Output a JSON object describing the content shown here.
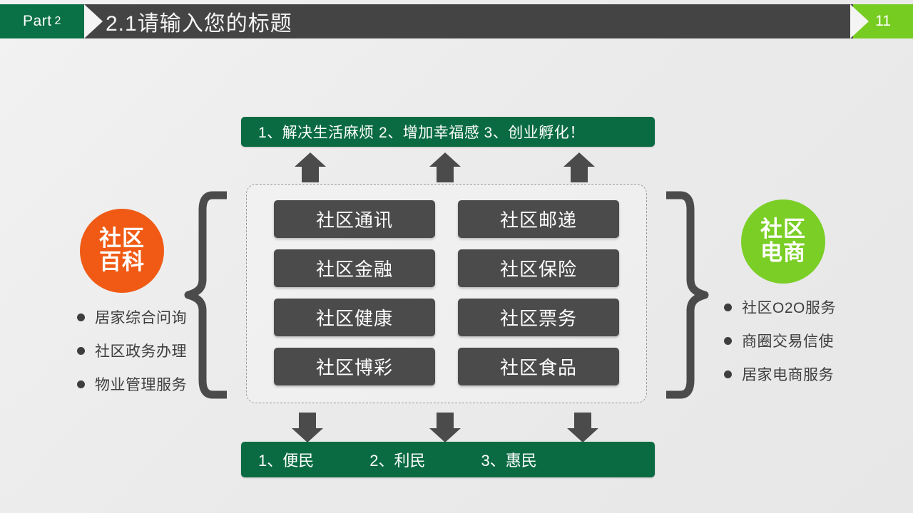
{
  "header": {
    "part_label": "Part",
    "part_number": "2",
    "title": "2.1请输入您的标题",
    "page_number": "11",
    "colors": {
      "part_green": "#0a7045",
      "bar_dark": "#444444",
      "page_green": "#76cc20"
    }
  },
  "banners": {
    "top": "1、解决生活麻烦   2、增加幸福感   3、创业孵化！",
    "bottom": {
      "item1": "1、便民",
      "item2": "2、利民",
      "item3": "3、惠民"
    },
    "color": "#0a6b42"
  },
  "arrows": {
    "up_count": 3,
    "down_count": 3,
    "color": "#4b4b4b",
    "up_icon": "arrow-up-icon",
    "down_icon": "arrow-down-icon"
  },
  "center_panel": {
    "border_style": "dashed",
    "cell_color": "#4b4b4b",
    "cells": [
      "社区通讯",
      "社区邮递",
      "社区金融",
      "社区保险",
      "社区健康",
      "社区票务",
      "社区博彩",
      "社区食品"
    ]
  },
  "braces": {
    "left_icon": "left-curly-brace-icon",
    "right_icon": "right-curly-brace-icon",
    "color": "#4b4b4b"
  },
  "left_group": {
    "circle": {
      "line1": "社区",
      "line2": "百科",
      "color": "#f05a14"
    },
    "bullets": [
      "居家综合问询",
      "社区政务办理",
      "物业管理服务"
    ]
  },
  "right_group": {
    "circle": {
      "line1": "社区",
      "line2": "电商",
      "color": "#7ace26"
    },
    "bullets": [
      "社区O2O服务",
      "商圈交易信使",
      "居家电商服务"
    ]
  }
}
